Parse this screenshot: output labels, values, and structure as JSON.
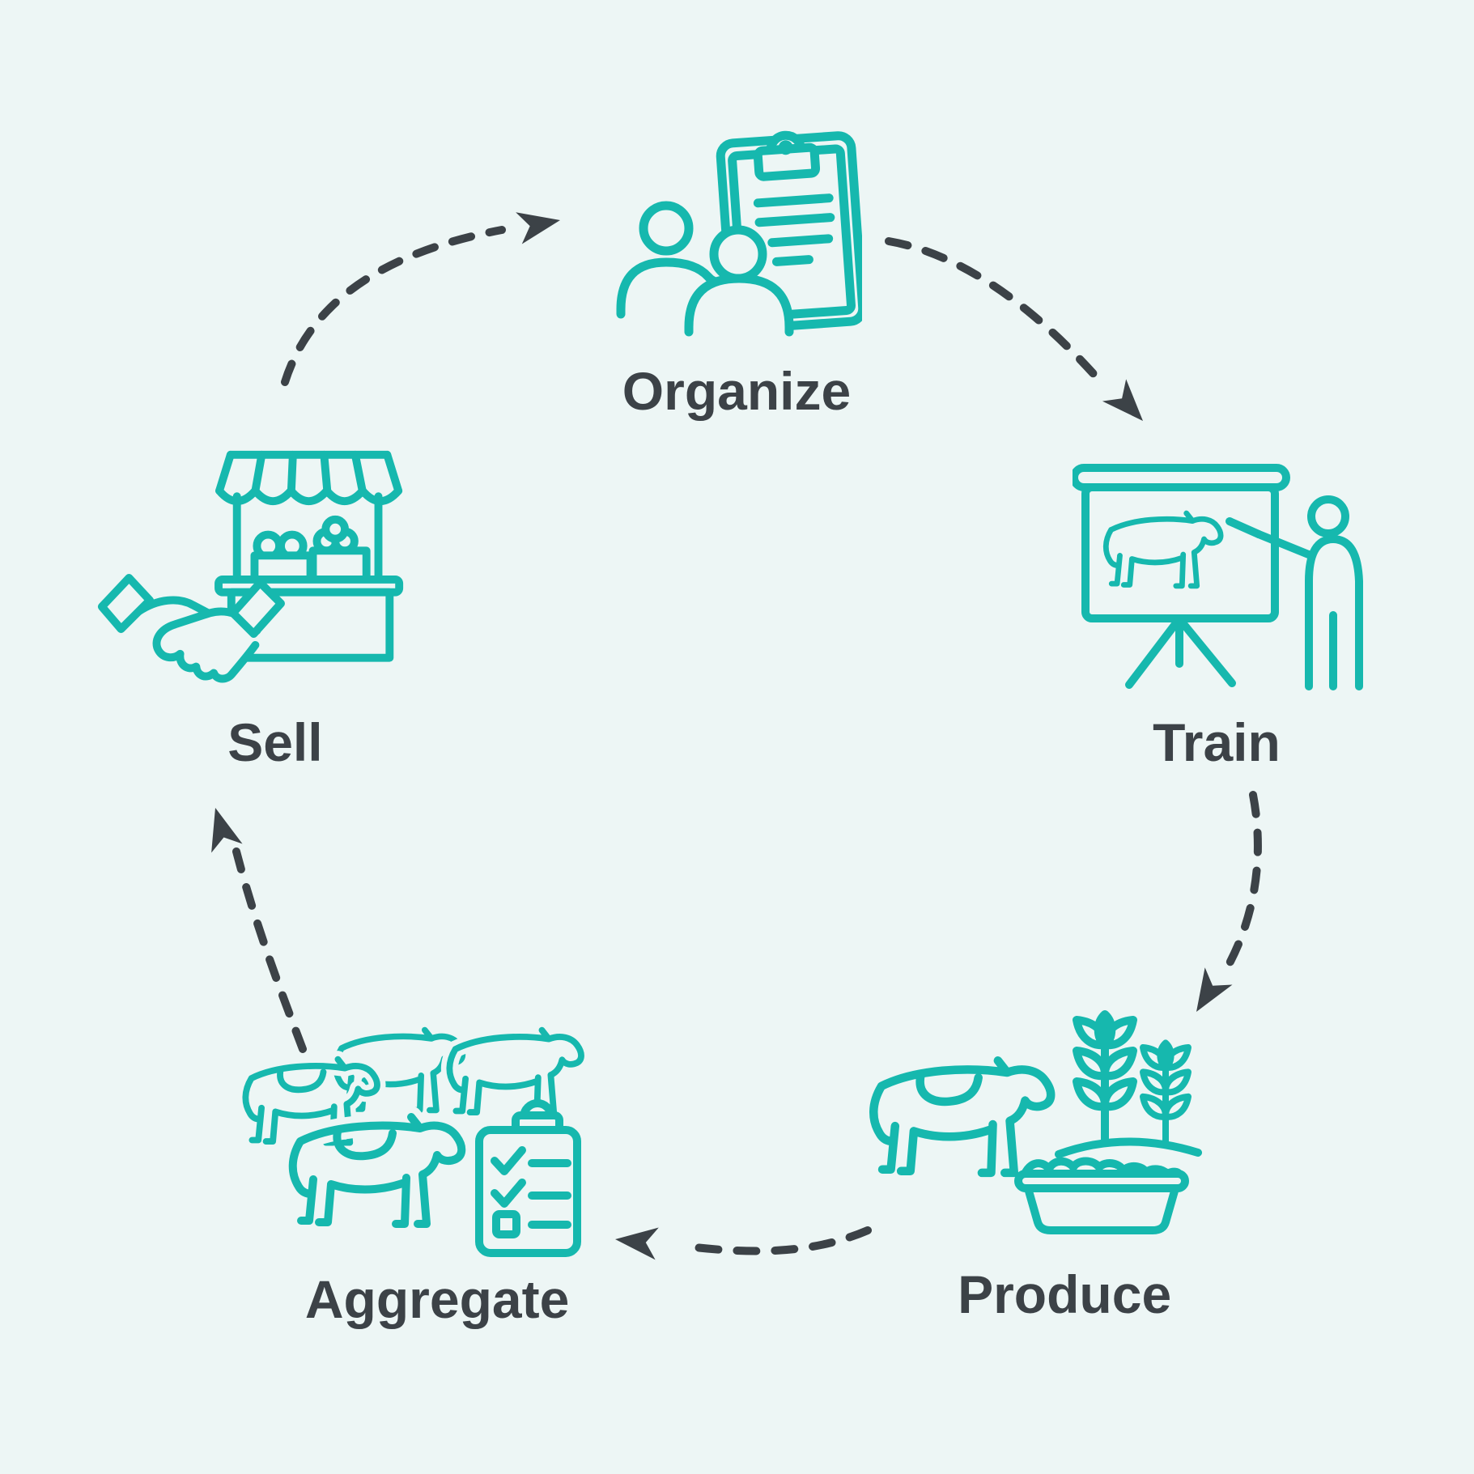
{
  "diagram": {
    "type": "cycle",
    "nodes": [
      {
        "id": "organize",
        "label": "Organize",
        "icon": "team-clipboard-icon"
      },
      {
        "id": "train",
        "label": "Train",
        "icon": "presentation-training-icon"
      },
      {
        "id": "produce",
        "label": "Produce",
        "icon": "cow-feed-trough-icon"
      },
      {
        "id": "aggregate",
        "label": "Aggregate",
        "icon": "cattle-herd-checklist-icon"
      },
      {
        "id": "sell",
        "label": "Sell",
        "icon": "handshake-market-stall-icon"
      }
    ],
    "edges": [
      {
        "from": "sell",
        "to": "organize",
        "style": "dashed-arrow"
      },
      {
        "from": "organize",
        "to": "train",
        "style": "dashed-arrow"
      },
      {
        "from": "train",
        "to": "produce",
        "style": "dashed-arrow"
      },
      {
        "from": "produce",
        "to": "aggregate",
        "style": "dashed-arrow"
      },
      {
        "from": "aggregate",
        "to": "sell",
        "style": "dashed-arrow"
      }
    ]
  },
  "theme": {
    "bg": "#edf6f5",
    "teal": "#16b8ae",
    "ink": "#3c4247"
  }
}
